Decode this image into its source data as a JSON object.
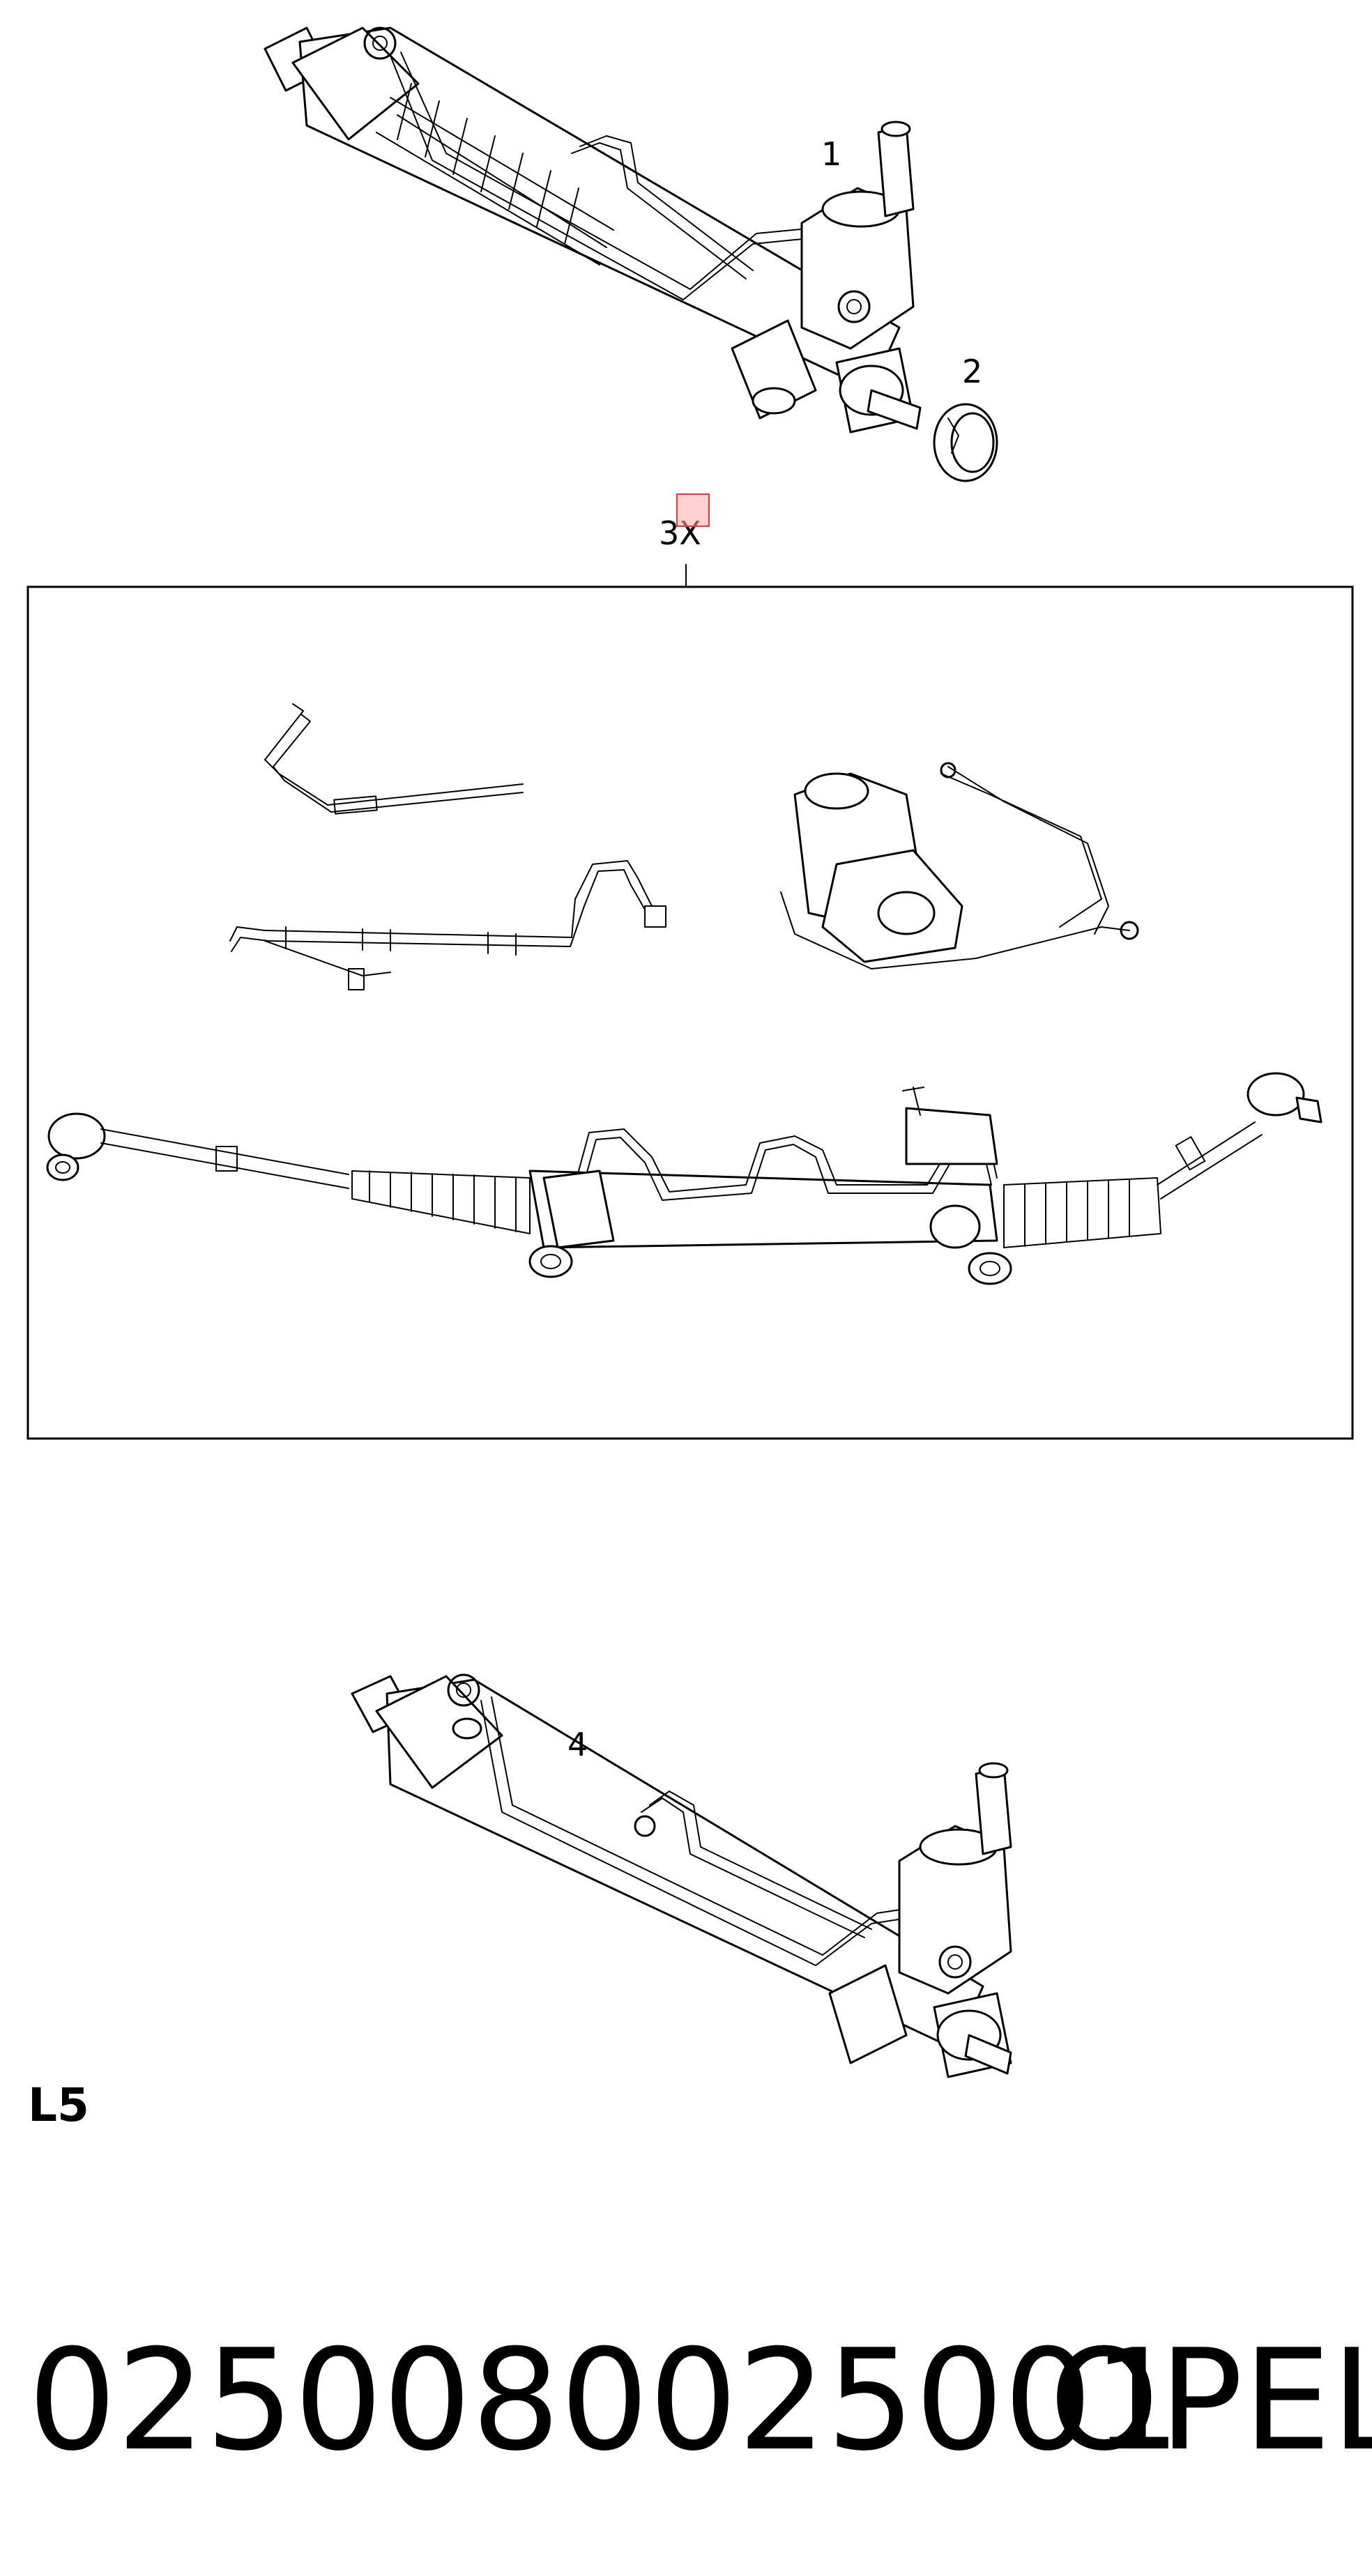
{
  "callouts": {
    "c1": "1",
    "c2": "2",
    "c3": "3X",
    "c4": "4"
  },
  "section_label": "L5",
  "part_number": "0250080025001",
  "brand": "OPEL",
  "colors": {
    "ink": "#000000",
    "background": "#ffffff",
    "hotspot_fill": "#ffaaaa",
    "hotspot_border": "#e53935"
  }
}
